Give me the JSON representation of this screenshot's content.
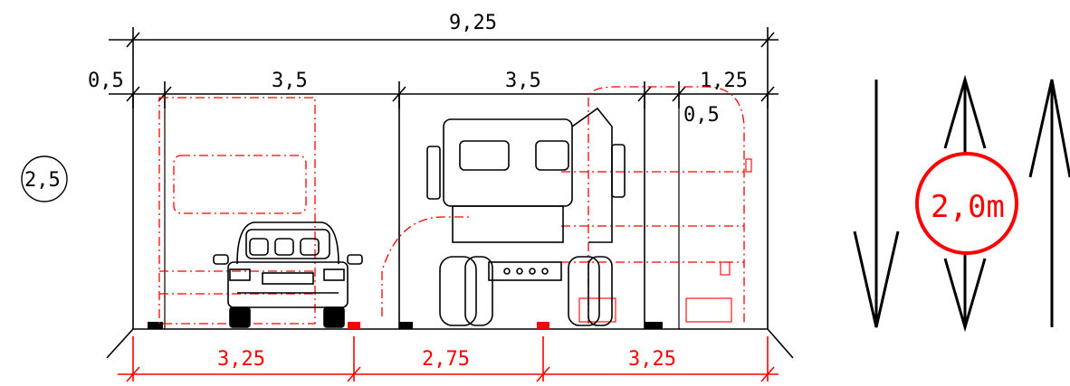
{
  "dimensions": {
    "total_width": "9,25",
    "left_margin": "0,5",
    "lane_left": "3,5",
    "lane_middle": "3,5",
    "right_shoulder": "1,25",
    "right_inner": "0,5",
    "height": "2,5",
    "bottom_left": "3,25",
    "bottom_middle": "2,75",
    "bottom_right": "3,25"
  },
  "lane_arrows": {
    "direction_badge": "2,0m",
    "directions": [
      "down",
      "both",
      "up"
    ]
  },
  "colors": {
    "line": "#000000",
    "annotation": "#ff0000"
  }
}
